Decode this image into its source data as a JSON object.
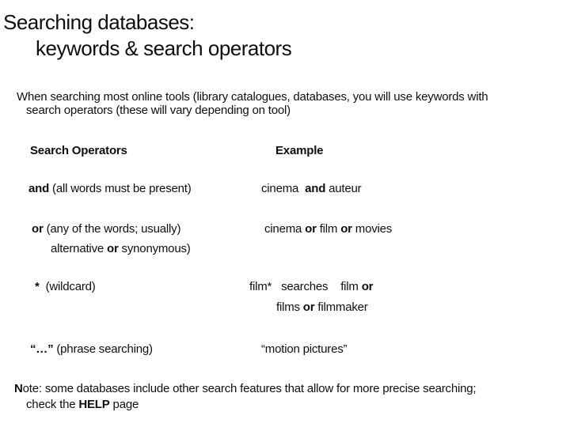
{
  "slide": {
    "background": "#ffffff",
    "text_color": "#0f0f0f",
    "title": {
      "line1": "Searching databases:",
      "line2": "keywords & search operators"
    },
    "intro": {
      "line1": "When searching most online tools (library catalogues, databases, you will use keywords with",
      "line2": "search operators (these will vary depending on tool)"
    },
    "table": {
      "header_operators": "Search Operators",
      "header_example": "Example",
      "rows": {
        "and": {
          "label": [
            {
              "text": "and",
              "bold": true
            },
            {
              "text": " (all words must be present)",
              "bold": false
            }
          ],
          "example": [
            {
              "text": "cinema  ",
              "bold": false
            },
            {
              "text": "and",
              "bold": true
            },
            {
              "text": " auteur",
              "bold": false
            }
          ]
        },
        "or": {
          "label_line1": [
            {
              "text": "or",
              "bold": true
            },
            {
              "text": " (any of the words; usually)",
              "bold": false
            }
          ],
          "label_line2": [
            {
              "text": "alternative ",
              "bold": false
            },
            {
              "text": "or",
              "bold": true
            },
            {
              "text": " synonymous)",
              "bold": false
            }
          ],
          "example": [
            {
              "text": "cinema ",
              "bold": false
            },
            {
              "text": "or",
              "bold": true
            },
            {
              "text": " film ",
              "bold": false
            },
            {
              "text": "or",
              "bold": true
            },
            {
              "text": " movies",
              "bold": false
            }
          ]
        },
        "wildcard": {
          "label": [
            {
              "text": "*",
              "bold": true
            },
            {
              "text": "  (wildcard)",
              "bold": false
            }
          ],
          "example_line1": [
            {
              "text": "film*   searches    film ",
              "bold": false
            },
            {
              "text": "or",
              "bold": true
            }
          ],
          "example_line2": [
            {
              "text": "films ",
              "bold": false
            },
            {
              "text": "or",
              "bold": true
            },
            {
              "text": " filmmaker",
              "bold": false
            }
          ]
        },
        "phrase": {
          "label": [
            {
              "text": "“…”",
              "bold": true
            },
            {
              "text": " (phrase searching)",
              "bold": false
            }
          ],
          "example": [
            {
              "text": "“motion pictures”",
              "bold": false
            }
          ]
        }
      }
    },
    "note": {
      "line1": [
        {
          "text": "N",
          "bold": true
        },
        {
          "text": "ote: some databases include other search features that allow for more precise searching;",
          "bold": false
        }
      ],
      "line2": [
        {
          "text": "check the ",
          "bold": false
        },
        {
          "text": "HELP",
          "bold": true
        },
        {
          "text": " page",
          "bold": false
        }
      ]
    }
  }
}
